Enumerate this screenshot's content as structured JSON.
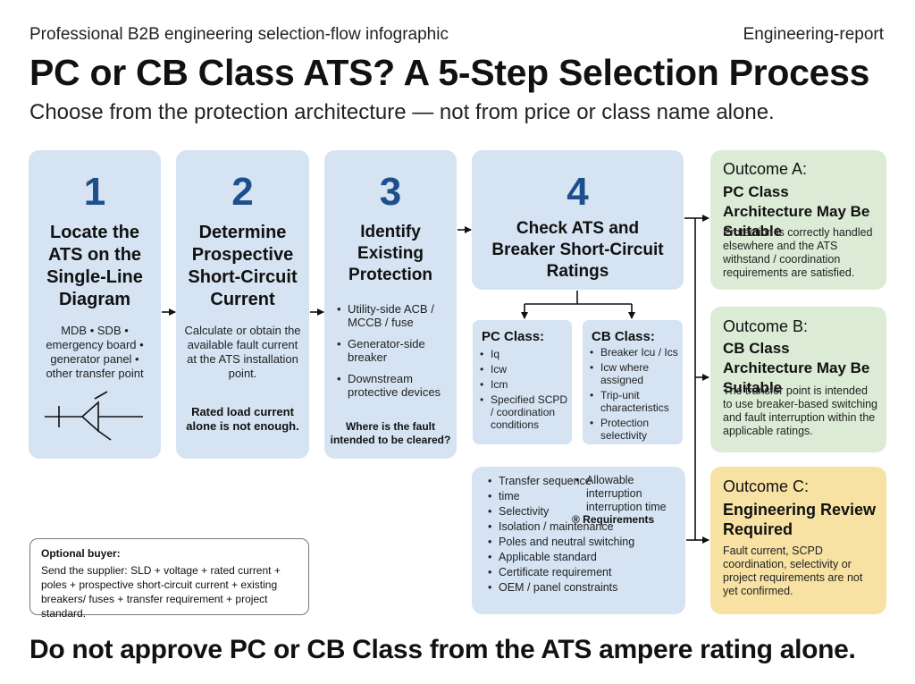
{
  "header": {
    "kicker_left": "Professional B2B engineering selection-flow infographic",
    "kicker_right": "Engineering-report",
    "title": "PC or CB Class ATS? A 5-Step Selection Process",
    "subtitle": "Choose from the protection architecture — not from price or class name alone."
  },
  "steps": [
    {
      "number": "1",
      "title": "Locate the ATS on the Single-Line Diagram",
      "text": "MDB • SDB • emergency board • generator panel • other transfer point",
      "icon": "transfer-switch-symbol-icon"
    },
    {
      "number": "2",
      "title": "Determine Prospective Short-Circuit Current",
      "text": "Calculate or obtain the available fault current at the ATS installation point.",
      "note": "Rated load current alone is not enough."
    },
    {
      "number": "3",
      "title": "Identify Existing Protection",
      "items": [
        "Utility-side ACB / MCCB / fuse",
        "Generator-side breaker",
        "Downstream protective devices"
      ],
      "note": "Where is the fault intended to be cleared?"
    },
    {
      "number": "4",
      "title": "Check ATS and Breaker Short-Circuit Ratings",
      "pc_title": "PC Class:",
      "pc_items": [
        "Iq",
        "Icw",
        "Icm",
        "Specified SCPD / coordination conditions"
      ],
      "cb_title": "CB Class:",
      "cb_items": [
        "Breaker Icu / Ics",
        "Icw where assigned",
        "Trip-unit characteristics",
        "Protection selectivity"
      ]
    }
  ],
  "requirements": {
    "left_items": [
      "Transfer sequence",
      "time",
      "Selectivity",
      "Isolation / maintenance",
      "Poles and neutral switching",
      "Applicable standard",
      "Certificate requirement",
      "OEM / panel constraints"
    ],
    "right_items": [
      "Allowable interruption interruption time"
    ],
    "label": "® Requirements"
  },
  "outcomes": [
    {
      "head": "Outcome A:",
      "title": "PC Class Architecture May Be Suitable",
      "text": "Protection is correctly handled elsewhere and the ATS withstand / coordination requirements are satisfied."
    },
    {
      "head": "Outcome B:",
      "title": "CB Class Architecture May Be Suitable",
      "text": "The transfer point is intended to use breaker-based switching and fault interruption within the applicable ratings."
    },
    {
      "head": "Outcome C:",
      "title": "Engineering Review Required",
      "text": "Fault current, SCPD coordination, selectivity or project requirements are not yet confirmed."
    }
  ],
  "buyer": {
    "title": "Optional buyer:",
    "text": "Send the supplier: SLD + voltage + rated current + poles + prospective short-circuit current + existing breakers/ fuses + transfer requirement + project standard."
  },
  "footer": "Do not approve PC or CB Class from the ATS ampere rating alone.",
  "colors": {
    "step_card": "#d5e3f2",
    "step_number": "#1d4f8c",
    "outcome_a": "#dcebd6",
    "outcome_b": "#dcebd6",
    "outcome_c": "#f7e2a4"
  }
}
